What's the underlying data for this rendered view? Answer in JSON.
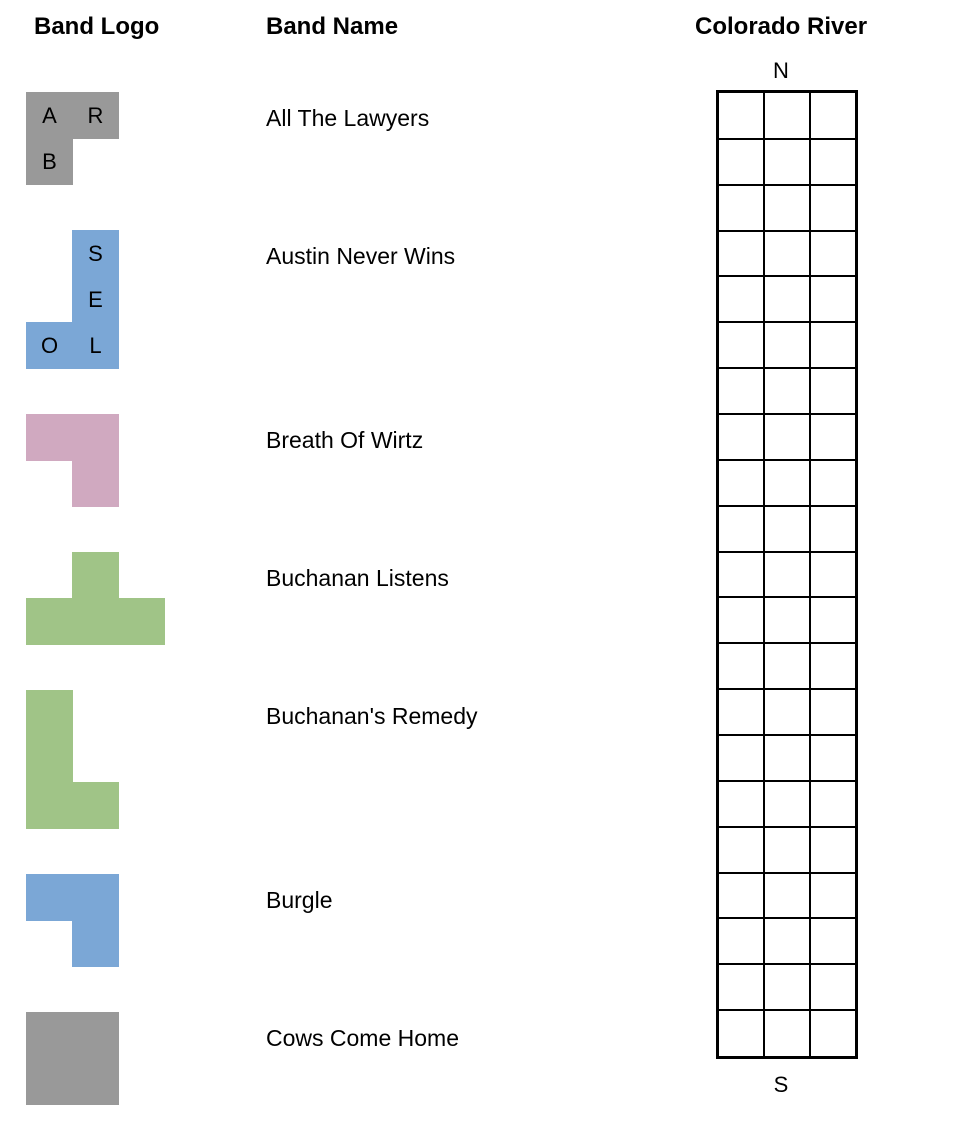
{
  "headers": {
    "logo": "Band Logo",
    "name": "Band Name",
    "river": "Colorado River"
  },
  "bands": [
    {
      "name": "All The Lawyers",
      "color": "#999999",
      "cells": [
        {
          "col": 0,
          "row": 0,
          "letter": "A"
        },
        {
          "col": 1,
          "row": 0,
          "letter": "R"
        },
        {
          "col": 0,
          "row": 1,
          "letter": "B"
        }
      ]
    },
    {
      "name": "Austin Never Wins",
      "color": "#7BA7D6",
      "cells": [
        {
          "col": 1,
          "row": 0,
          "letter": "S"
        },
        {
          "col": 1,
          "row": 1,
          "letter": "E"
        },
        {
          "col": 0,
          "row": 2,
          "letter": "O"
        },
        {
          "col": 1,
          "row": 2,
          "letter": "L"
        }
      ]
    },
    {
      "name": "Breath Of Wirtz",
      "color": "#D0A9C0",
      "cells": [
        {
          "col": 0,
          "row": 0,
          "letter": ""
        },
        {
          "col": 1,
          "row": 0,
          "letter": ""
        },
        {
          "col": 1,
          "row": 1,
          "letter": ""
        }
      ]
    },
    {
      "name": "Buchanan Listens",
      "color": "#A0C487",
      "cells": [
        {
          "col": 1,
          "row": 0,
          "letter": ""
        },
        {
          "col": 0,
          "row": 1,
          "letter": ""
        },
        {
          "col": 1,
          "row": 1,
          "letter": ""
        },
        {
          "col": 2,
          "row": 1,
          "letter": ""
        }
      ]
    },
    {
      "name": "Buchanan's Remedy",
      "color": "#A0C487",
      "cells": [
        {
          "col": 0,
          "row": 0,
          "letter": ""
        },
        {
          "col": 0,
          "row": 1,
          "letter": ""
        },
        {
          "col": 0,
          "row": 2,
          "letter": ""
        },
        {
          "col": 1,
          "row": 2,
          "letter": ""
        }
      ]
    },
    {
      "name": "Burgle",
      "color": "#7BA7D6",
      "cells": [
        {
          "col": 0,
          "row": 0,
          "letter": ""
        },
        {
          "col": 1,
          "row": 0,
          "letter": ""
        },
        {
          "col": 1,
          "row": 1,
          "letter": ""
        }
      ]
    },
    {
      "name": "Cows Come Home",
      "color": "#999999",
      "cells": [
        {
          "col": 0,
          "row": 0,
          "letter": ""
        },
        {
          "col": 1,
          "row": 0,
          "letter": ""
        },
        {
          "col": 0,
          "row": 1,
          "letter": ""
        },
        {
          "col": 1,
          "row": 1,
          "letter": ""
        }
      ]
    }
  ],
  "river": {
    "north": "N",
    "south": "S",
    "columns": 3,
    "rows": 21
  }
}
